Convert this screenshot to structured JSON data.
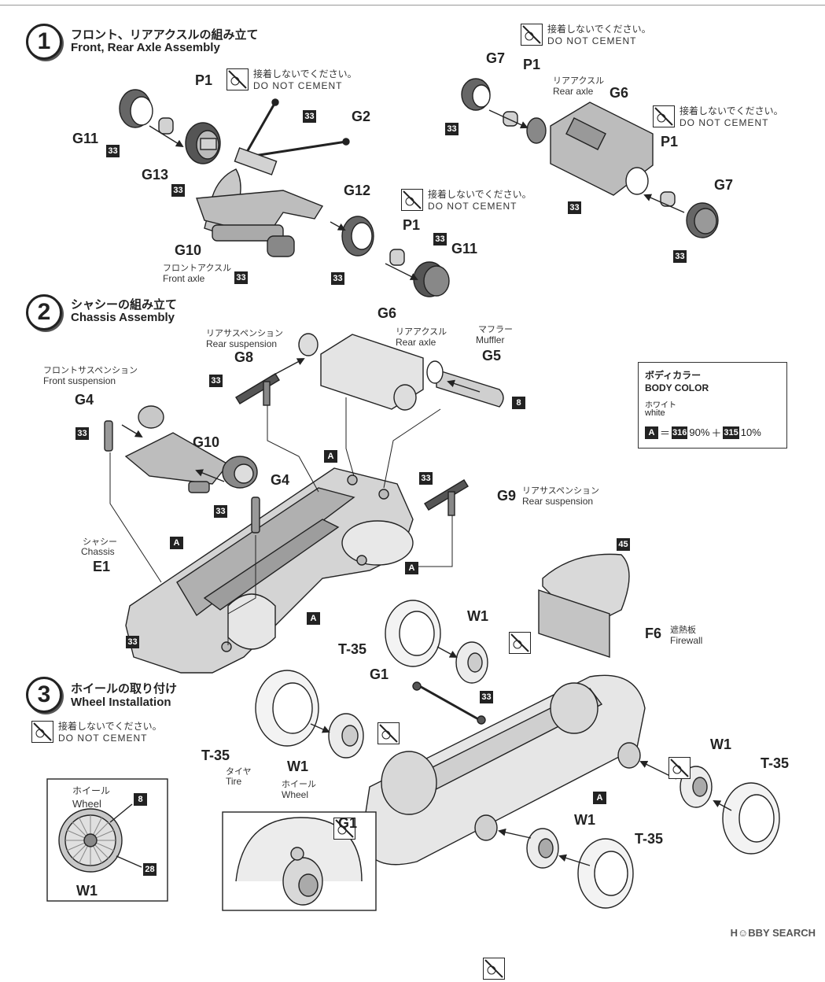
{
  "steps": [
    {
      "number": "1",
      "title_jp": "フロント、リアアクスルの組み立て",
      "title_en": "Front, Rear Axle Assembly"
    },
    {
      "number": "2",
      "title_jp": "シャシーの組み立て",
      "title_en": "Chassis Assembly"
    },
    {
      "number": "3",
      "title_jp": "ホイールの取り付け",
      "title_en": "Wheel Installation"
    }
  ],
  "do_not_cement": {
    "jp": "接着しないでください。",
    "en": "DO NOT CEMENT"
  },
  "step1": {
    "labels": {
      "p1a": "P1",
      "g2": "G2",
      "g11a": "G11",
      "g13": "G13",
      "g10": "G10",
      "g12": "G12",
      "p1b": "P1",
      "g11b": "G11",
      "g7a": "G7",
      "p1c": "P1",
      "g6": "G6",
      "p1d": "P1",
      "g7b": "G7"
    },
    "front_axle_jp": "フロントアクスル",
    "front_axle_en": "Front axle",
    "rear_axle_jp": "リアアクスル",
    "rear_axle_en": "Rear axle"
  },
  "step2": {
    "labels": {
      "g6": "G6",
      "g5": "G5",
      "g8": "G8",
      "g4a": "G4",
      "g10": "G10",
      "g4b": "G4",
      "g9": "G9",
      "e1": "E1",
      "f6": "F6",
      "a": "A"
    },
    "rear_axle_jp": "リアアクスル",
    "rear_axle_en": "Rear axle",
    "muffler_jp": "マフラー",
    "muffler_en": "Muffler",
    "rear_susp_jp": "リアサスペンション",
    "rear_susp_en": "Rear suspension",
    "front_susp_jp": "フロントサスペンション",
    "front_susp_en": "Front suspension",
    "chassis_jp": "シャシー",
    "chassis_en": "Chassis",
    "firewall_jp": "遮熱板",
    "firewall_en": "Firewall"
  },
  "step3": {
    "labels": {
      "t35a": "T-35",
      "w1a": "W1",
      "g1a": "G1",
      "t35b": "T-35",
      "w1b": "W1",
      "w1c": "W1",
      "t35c": "T-35",
      "w1d": "W1",
      "t35d": "T-35",
      "g1b": "G1",
      "w1e": "W1"
    },
    "tire_jp": "タイヤ",
    "tire_en": "Tire",
    "wheel_jp": "ホイール",
    "wheel_en": "Wheel"
  },
  "color_codes": {
    "c33": "33",
    "c8": "8",
    "c28": "28",
    "c45": "45",
    "c316": "316",
    "c315": "315"
  },
  "body_color": {
    "title_jp": "ボディカラー",
    "title_en": "BODY COLOR",
    "color_jp": "ホワイト",
    "color_en": "white",
    "formula_a": "A",
    "eq": "＝",
    "pct1": "90%",
    "plus": "＋",
    "pct2": "10%"
  },
  "watermark": "H☺BBY SEARCH",
  "colors": {
    "ink": "#222222",
    "part_fill": "#cfcfcf",
    "part_dark": "#555555",
    "paper": "#ffffff"
  }
}
